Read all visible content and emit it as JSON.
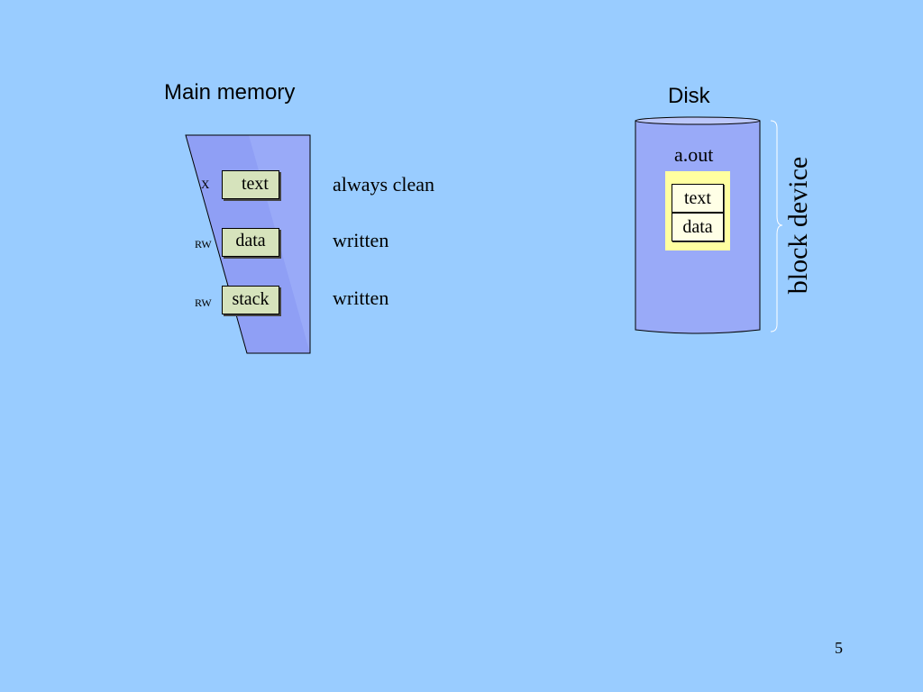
{
  "main_memory": {
    "title": "Main memory",
    "segments": [
      {
        "label": "text",
        "permission": "X",
        "state": "always clean"
      },
      {
        "label": "data",
        "permission": "RW",
        "state": "written"
      },
      {
        "label": "stack",
        "permission": "RW",
        "state": "written"
      }
    ]
  },
  "disk": {
    "title": "Disk",
    "file": {
      "name": "a.out",
      "segments": [
        "text",
        "data"
      ]
    },
    "brace_label": "block device"
  },
  "page_number": "5",
  "colors": {
    "background": "#99ccff",
    "memory_fill": "#99aaf8",
    "disk_fill": "#99aaf8",
    "segment_fill": "#d6e3bc",
    "file_fill": "#ffffa0"
  }
}
